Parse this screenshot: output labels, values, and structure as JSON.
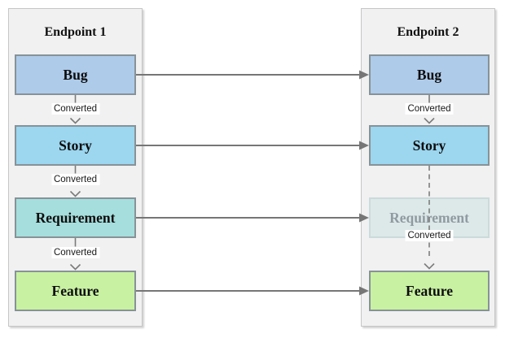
{
  "diagram": {
    "connector_label": "Converted",
    "endpoint1": {
      "title": "Endpoint 1",
      "boxes": [
        {
          "label": "Bug",
          "fill": "#aecbea"
        },
        {
          "label": "Story",
          "fill": "#9cd6ef"
        },
        {
          "label": "Requirement",
          "fill": "#a5dedd"
        },
        {
          "label": "Feature",
          "fill": "#c8f1a2"
        }
      ]
    },
    "endpoint2": {
      "title": "Endpoint 2",
      "boxes": [
        {
          "label": "Bug",
          "fill": "#aecbea",
          "state": "normal"
        },
        {
          "label": "Story",
          "fill": "#9cd6ef",
          "state": "normal"
        },
        {
          "label": "Requirement",
          "fill": "#dde9e9",
          "state": "faded"
        },
        {
          "label": "Feature",
          "fill": "#c8f1a2",
          "state": "normal"
        }
      ]
    },
    "colors": {
      "panel_background": "#f1f1f2",
      "panel_border": "#c6c6c6",
      "box_border": "#879297",
      "faded_box_border": "#cbdada",
      "faded_text": "#8f9aa1",
      "arrow": "#767676",
      "dashed_connector": "#7d7d7d"
    }
  }
}
